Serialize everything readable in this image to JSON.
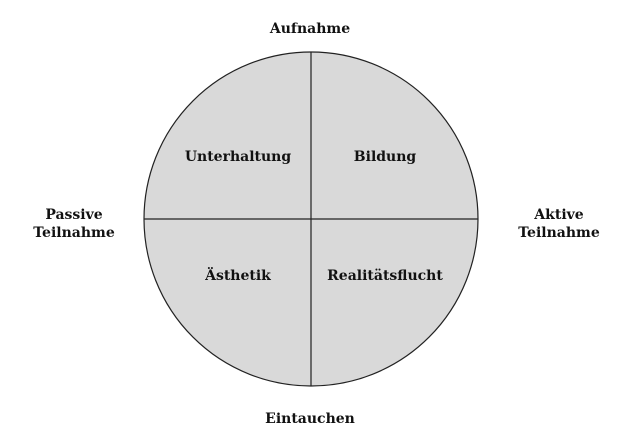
{
  "diagram": {
    "axes": {
      "top": "Aufnahme",
      "bottom": "Eintauchen",
      "left_line1": "Passive",
      "left_line2": "Teilnahme",
      "right_line1": "Aktive",
      "right_line2": "Teilnahme"
    },
    "quadrants": {
      "top_left": "Unterhaltung",
      "top_right": "Bildung",
      "bottom_left": "Ästhetik",
      "bottom_right": "Realitätsflucht"
    },
    "colors": {
      "circle_fill": "#d9d9d9",
      "stroke": "#222222",
      "text": "#111111"
    }
  }
}
